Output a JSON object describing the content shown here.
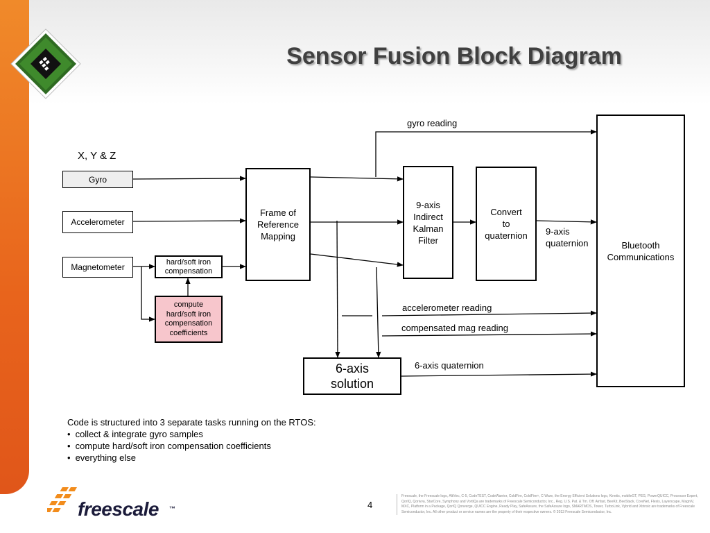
{
  "title": "Sensor Fusion Block Diagram",
  "axes_label": "X, Y & Z",
  "sensors": {
    "gyro": "Gyro",
    "accelerometer": "Accelerometer",
    "magnetometer": "Magnetometer"
  },
  "blocks": {
    "hard_soft_iron": [
      "hard/soft iron",
      "compensation"
    ],
    "compute_coefficients": [
      "compute",
      "hard/soft iron",
      "compensation",
      "coefficients"
    ],
    "frame_mapping": [
      "Frame of",
      "Reference",
      "Mapping"
    ],
    "kalman": [
      "9-axis",
      "Indirect",
      "Kalman",
      "Filter"
    ],
    "convert": [
      "Convert",
      "to",
      "quaternion"
    ],
    "bluetooth": [
      "Bluetooth",
      "Communications"
    ],
    "six_axis": [
      "6-axis",
      "solution"
    ]
  },
  "signals": {
    "gyro_reading": "gyro reading",
    "nine_axis_quaternion": [
      "9-axis",
      "quaternion"
    ],
    "accelerometer_reading": "accelerometer reading",
    "compensated_mag_reading": "compensated mag reading",
    "six_axis_quaternion": "6-axis quaternion"
  },
  "notes": {
    "intro": "Code is structured into 3 separate tasks running on the RTOS:",
    "items": [
      "collect & integrate gyro samples",
      "compute hard/soft iron compensation coefficients",
      "everything else"
    ]
  },
  "footer": {
    "page_number": "4",
    "brand": "freescale",
    "trademark": "™",
    "legal": "Freescale, the Freescale logo, AltiVec, C-5, CodeTEST, CodeWarrior, ColdFire, ColdFire+, C-Ware, the Energy Efficient Solutions logo, Kinetis, mobileGT, PEG, PowerQUICC, Processor Expert, QorIQ, Qorivva, StarCore, Symphony and VortiQa are trademarks of Freescale Semiconductor, Inc., Reg. U.S. Pat. & Tm. Off. Airfast, BeeKit, BeeStack, CoreNet, Flexis, Layerscape, MagniV, MXC, Platform in a Package, QorIQ Qonverge, QUICC Engine, Ready Play, SafeAssure, the SafeAssure logo, SMARTMOS, Tower, TurboLink, Vybrid and Xtrinsic are trademarks of Freescale Semiconductor, Inc. All other product or service names are the property of their respective owners. © 2013 Freescale Semiconductor, Inc."
  },
  "colors": {
    "sidebar_orange": "#e8641c",
    "coefficient_box_fill": "#f7c6cc",
    "title_gray": "#404040",
    "brand_navy": "#1b1b3a"
  }
}
